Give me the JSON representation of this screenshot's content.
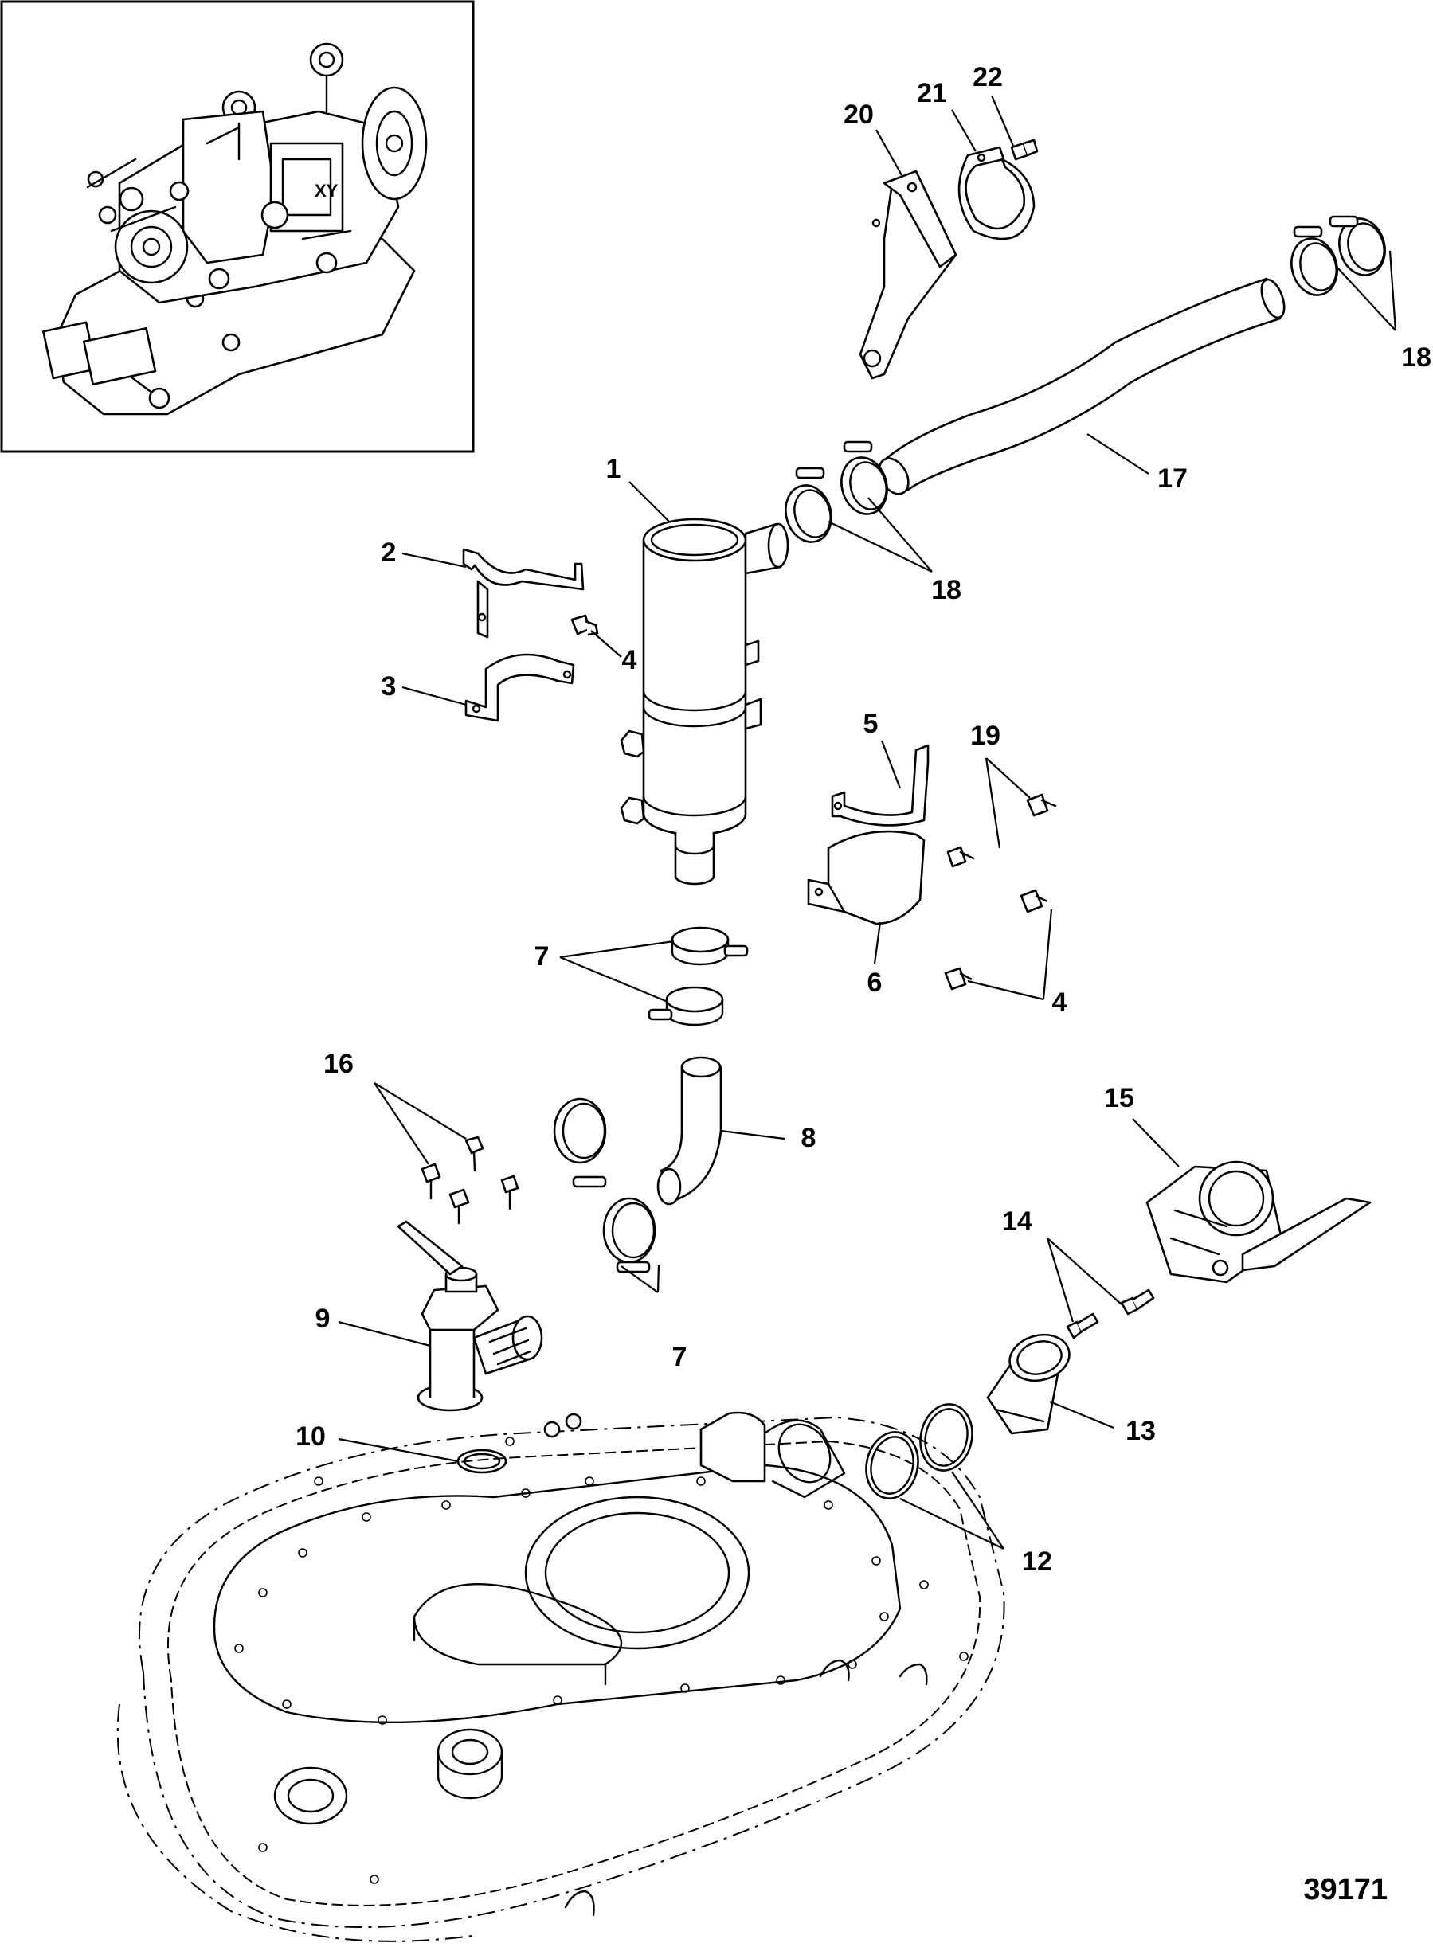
{
  "figure_number": "39171",
  "inset": {
    "name": "engine-overview-inset"
  },
  "callouts": {
    "c1": "1",
    "c2": "2",
    "c3": "3",
    "c4a": "4",
    "c4b": "4",
    "c5": "5",
    "c6": "6",
    "c7a": "7",
    "c7b": "7",
    "c8": "8",
    "c9": "9",
    "c10": "10",
    "c12": "12",
    "c13": "13",
    "c14": "14",
    "c15": "15",
    "c16": "16",
    "c17": "17",
    "c18a": "18",
    "c18b": "18",
    "c19": "19",
    "c20": "20",
    "c21": "21",
    "c22": "22"
  }
}
